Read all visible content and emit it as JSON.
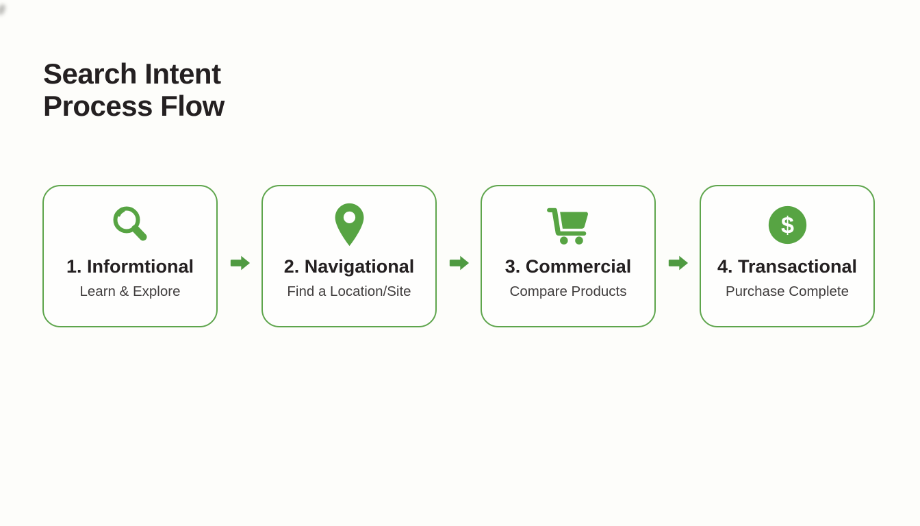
{
  "page": {
    "title_line1": "Search Intent",
    "title_line2": "Process Flow"
  },
  "colors": {
    "background": "#fdfdfa",
    "border_green": "#5ea54c",
    "icon_green": "#57a443",
    "arrow_green": "#4f9a41",
    "title_text": "#242021",
    "subtitle_text": "#403d3d"
  },
  "steps": [
    {
      "title": "1. Informtional",
      "subtitle": "Learn & Explore",
      "icon": "magnifier-icon"
    },
    {
      "title": "2. Navigational",
      "subtitle": "Find a Location/Site",
      "icon": "location-pin-icon"
    },
    {
      "title": "3. Commercial",
      "subtitle": "Compare Products",
      "icon": "shopping-cart-icon"
    },
    {
      "title": "4. Transactional",
      "subtitle": "Purchase Complete",
      "icon": "dollar-circle-icon"
    }
  ],
  "arrow": {
    "icon": "right-arrow-icon"
  }
}
